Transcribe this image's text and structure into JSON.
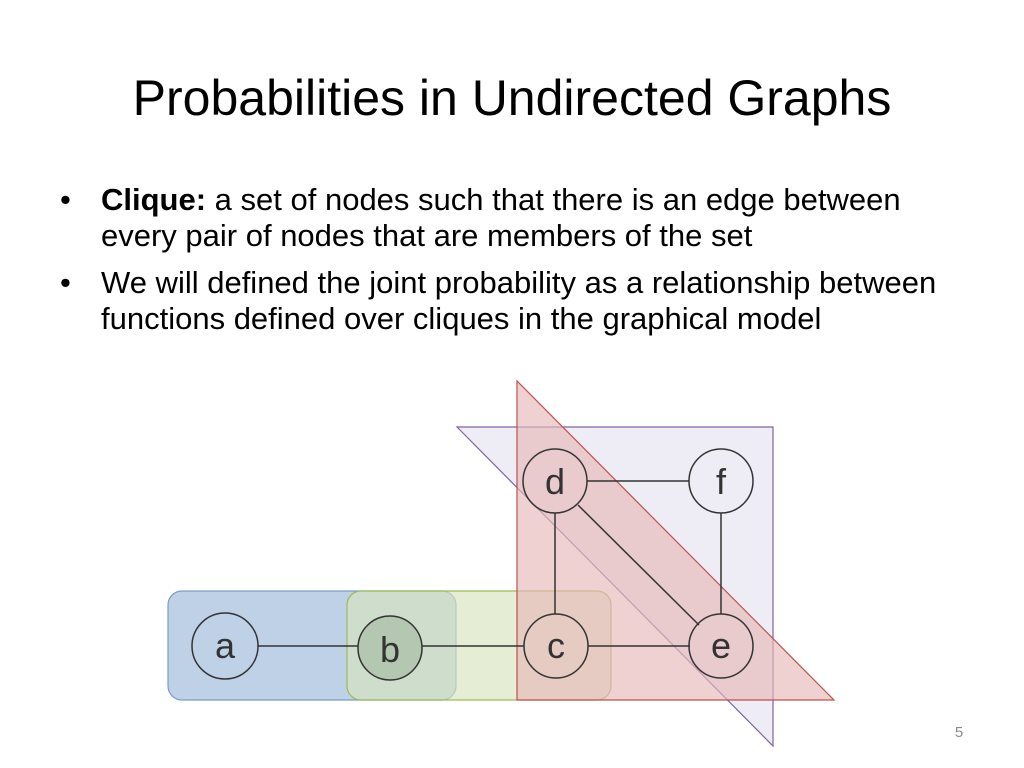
{
  "slide": {
    "title": "Probabilities in Undirected Graphs",
    "bullets": [
      {
        "term": "Clique:",
        "text": " a set of nodes such that there is an edge between every pair of nodes that are members of the set"
      },
      {
        "term": "",
        "text": "We will defined the joint probability as a relationship between functions defined over cliques in the graphical model"
      }
    ],
    "bullet_glyph": "•",
    "page_number": "5"
  },
  "graph": {
    "nodes": [
      {
        "id": "a",
        "label": "a"
      },
      {
        "id": "b",
        "label": "b"
      },
      {
        "id": "c",
        "label": "c"
      },
      {
        "id": "d",
        "label": "d"
      },
      {
        "id": "e",
        "label": "e"
      },
      {
        "id": "f",
        "label": "f"
      }
    ],
    "edges": [
      [
        "a",
        "b"
      ],
      [
        "b",
        "c"
      ],
      [
        "c",
        "e"
      ],
      [
        "d",
        "c"
      ],
      [
        "d",
        "e"
      ],
      [
        "d",
        "f"
      ],
      [
        "f",
        "e"
      ]
    ],
    "cliques": [
      {
        "id": "ab",
        "members": [
          "a",
          "b"
        ],
        "color": "#b8cce4"
      },
      {
        "id": "bc",
        "members": [
          "b",
          "c"
        ],
        "color": "#d7e4bd"
      },
      {
        "id": "cde",
        "members": [
          "c",
          "d",
          "e"
        ],
        "color": "#e6b9b8"
      },
      {
        "id": "def",
        "members": [
          "d",
          "e",
          "f"
        ],
        "color": "#e3dfec"
      }
    ],
    "colors": {
      "node_stroke": "#333333",
      "edge": "#333333",
      "clique_ab_stroke": "#7b9cc8",
      "clique_bc_stroke": "#9bbb59",
      "clique_cde_stroke": "#c0504d",
      "clique_def_stroke": "#8064a2",
      "node_overlap": "#93b090"
    }
  }
}
